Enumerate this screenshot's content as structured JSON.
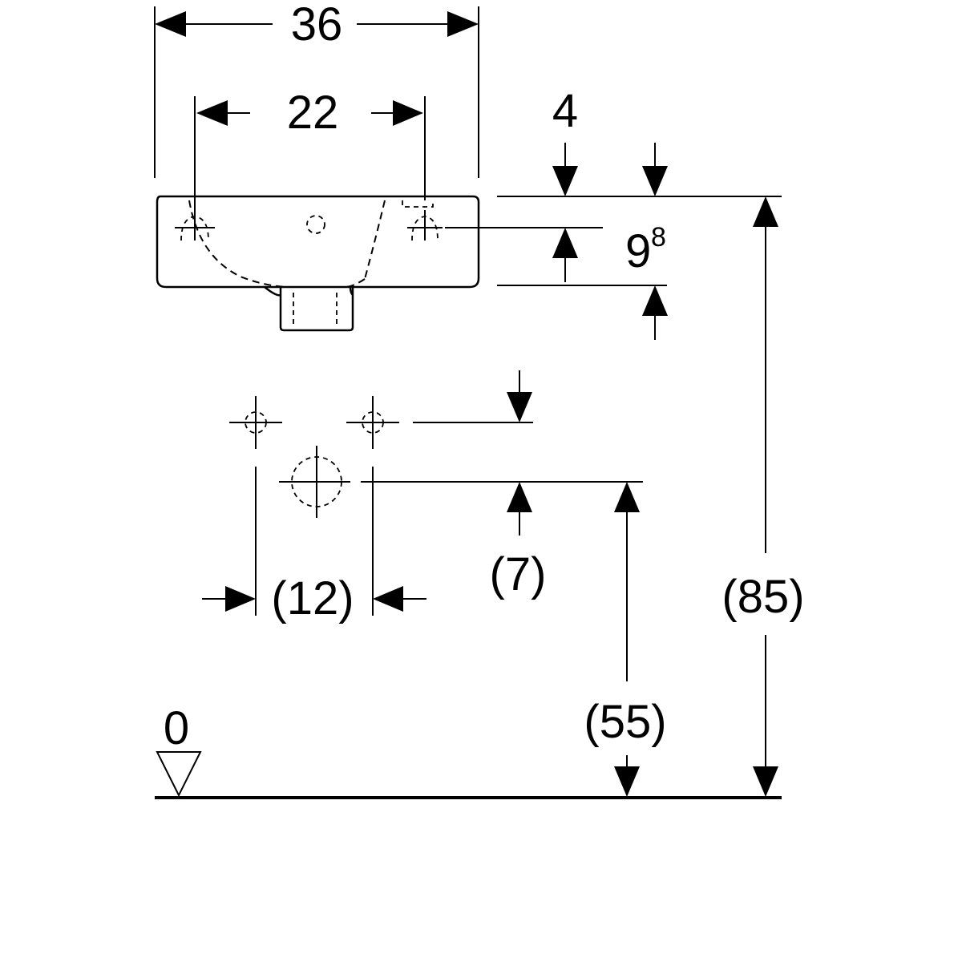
{
  "dimensions": {
    "overall_width": "36",
    "tap_hole_spacing": "22",
    "top_offset": "4",
    "tap_height_base": "9",
    "tap_height_sup": "8",
    "wall_connection_spacing": "(12)",
    "connection_offset": "(7)",
    "waste_height": "(55)",
    "rim_height": "(85)",
    "floor_level": "0"
  }
}
